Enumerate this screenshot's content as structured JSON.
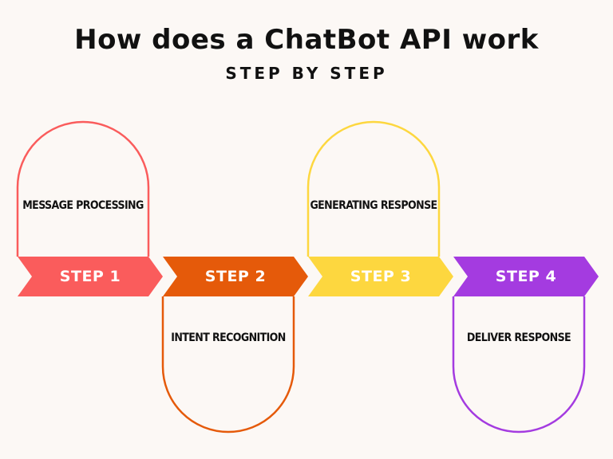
{
  "header": {
    "title": "How does a ChatBot API work",
    "subtitle": "STEP BY STEP"
  },
  "steps": [
    {
      "ribbon": "STEP 1",
      "label": "MESSAGE PROCESSING",
      "color": "#fa5c5c",
      "position": "top"
    },
    {
      "ribbon": "STEP 2",
      "label": "INTENT RECOGNITION",
      "color": "#e55a0a",
      "position": "bottom"
    },
    {
      "ribbon": "STEP 3",
      "label": "GENERATING RESPONSE",
      "color": "#fdd73f",
      "position": "top"
    },
    {
      "ribbon": "STEP 4",
      "label": "DELIVER RESPONSE",
      "color": "#a43be0",
      "position": "bottom"
    }
  ]
}
